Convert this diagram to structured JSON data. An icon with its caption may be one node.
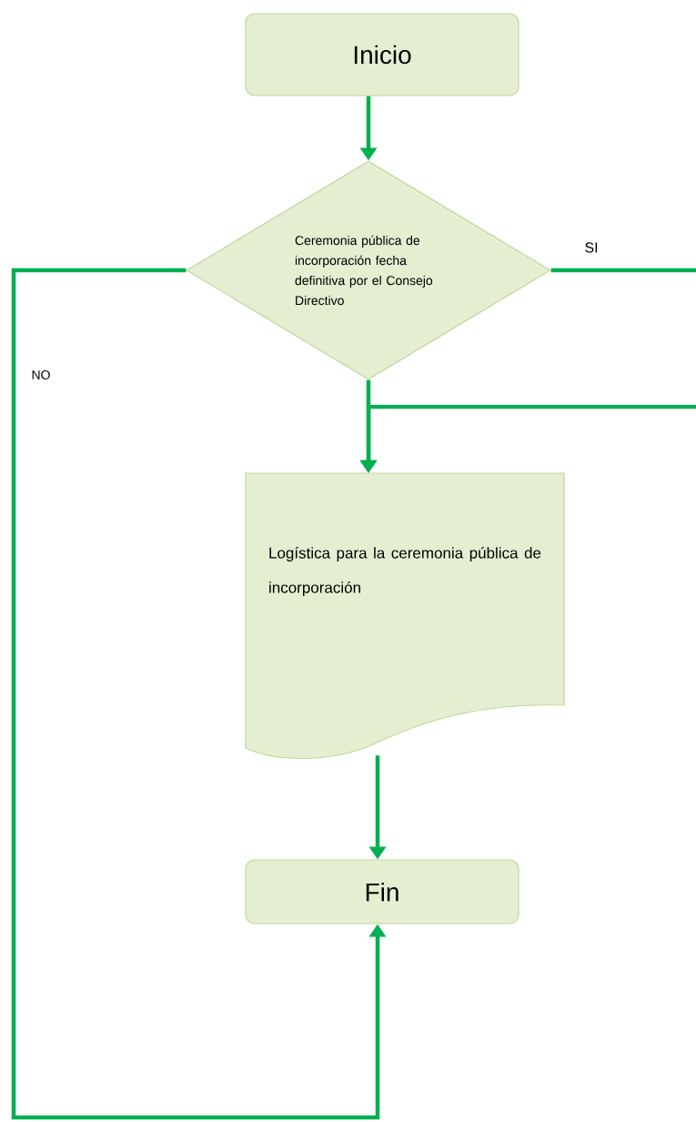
{
  "diagram": {
    "nodes": [
      {
        "text": [
          "Inicio"
        ]
      },
      {
        "text": [
          "Ceremonia pública de incorporación fecha definitiva por el Consejo Directivo"
        ]
      },
      {
        "text": [
          "Logística para la ceremonia pública de incorporación"
        ]
      },
      {
        "text": [
          "Fin"
        ]
      }
    ],
    "edges": [
      {
        "from": 0,
        "to": 1,
        "arrow": "to"
      },
      {
        "from": 1,
        "to": 2,
        "arrow": "to"
      },
      {
        "from": 1,
        "to": null,
        "arrow": "none",
        "label": "SI"
      },
      {
        "from": null,
        "to": 2,
        "arrow": "to"
      },
      {
        "from": 1,
        "to": 3,
        "arrow": "to",
        "label": "NO"
      },
      {
        "from": 2,
        "to": 3,
        "arrow": "to"
      }
    ]
  }
}
